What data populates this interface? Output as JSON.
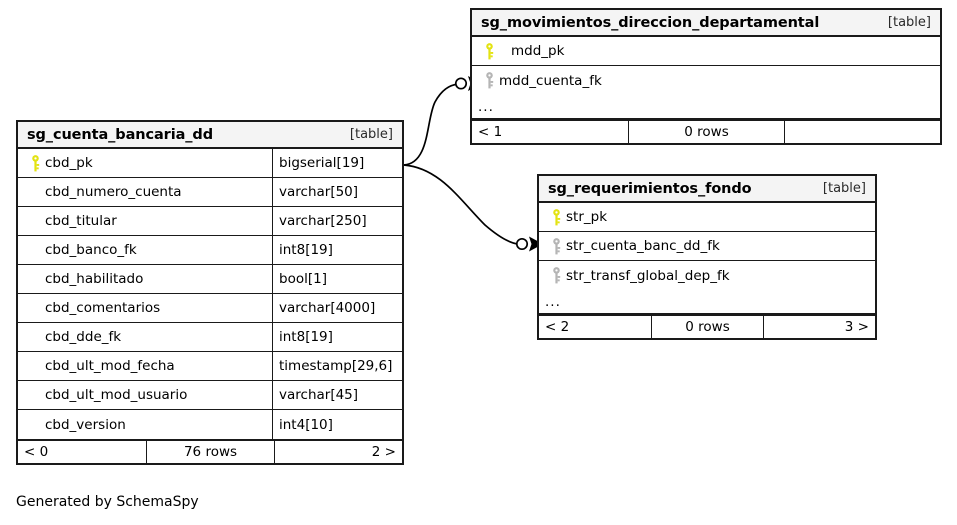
{
  "diagram": {
    "caption": "Generated by SchemaSpy",
    "table_tag": "[table]",
    "ellipsis": "...",
    "colors": {
      "primary_key": "#e3e312",
      "foreign_key": "#b5b5b5",
      "border": "#1a1a1a",
      "header_bg": "#f4f4f4",
      "background": "#ffffff"
    }
  },
  "tables": {
    "cuenta_bancaria": {
      "name": "sg_cuenta_bancaria_dd",
      "tag": "[table]",
      "columns": [
        {
          "name": "cbd_pk",
          "type": "bigserial[19]",
          "key": "primary"
        },
        {
          "name": "cbd_numero_cuenta",
          "type": "varchar[50]",
          "key": "none"
        },
        {
          "name": "cbd_titular",
          "type": "varchar[250]",
          "key": "none"
        },
        {
          "name": "cbd_banco_fk",
          "type": "int8[19]",
          "key": "none"
        },
        {
          "name": "cbd_habilitado",
          "type": "bool[1]",
          "key": "none"
        },
        {
          "name": "cbd_comentarios",
          "type": "varchar[4000]",
          "key": "none"
        },
        {
          "name": "cbd_dde_fk",
          "type": "int8[19]",
          "key": "none"
        },
        {
          "name": "cbd_ult_mod_fecha",
          "type": "timestamp[29,6]",
          "key": "none"
        },
        {
          "name": "cbd_ult_mod_usuario",
          "type": "varchar[45]",
          "key": "none"
        },
        {
          "name": "cbd_version",
          "type": "int4[10]",
          "key": "none"
        }
      ],
      "footer": {
        "left": "< 0",
        "center": "76 rows",
        "right": "2 >"
      }
    },
    "movimientos_dd": {
      "name": "sg_movimientos_direccion_departamental",
      "tag": "[table]",
      "columns": [
        {
          "name": "mdd_pk",
          "key": "primary"
        },
        {
          "name": "mdd_cuenta_fk",
          "key": "foreign"
        }
      ],
      "ellipsis": "...",
      "footer": {
        "left": "< 1",
        "center": "0 rows",
        "right": ""
      }
    },
    "requerimientos_fondo": {
      "name": "sg_requerimientos_fondo",
      "tag": "[table]",
      "columns": [
        {
          "name": "str_pk",
          "key": "primary"
        },
        {
          "name": "str_cuenta_banc_dd_fk",
          "key": "foreign"
        },
        {
          "name": "str_transf_global_dep_fk",
          "key": "foreign"
        }
      ],
      "ellipsis": "...",
      "footer": {
        "left": "< 2",
        "center": "0 rows",
        "right": "3 >"
      }
    }
  },
  "relationships": [
    {
      "from": "sg_cuenta_bancaria_dd.cbd_pk",
      "to": "sg_movimientos_direccion_departamental.mdd_cuenta_fk",
      "cardinality": "zero-or-one-to-many"
    },
    {
      "from": "sg_cuenta_bancaria_dd.cbd_pk",
      "to": "sg_requerimientos_fondo.str_cuenta_banc_dd_fk",
      "cardinality": "zero-or-one-to-many"
    }
  ]
}
